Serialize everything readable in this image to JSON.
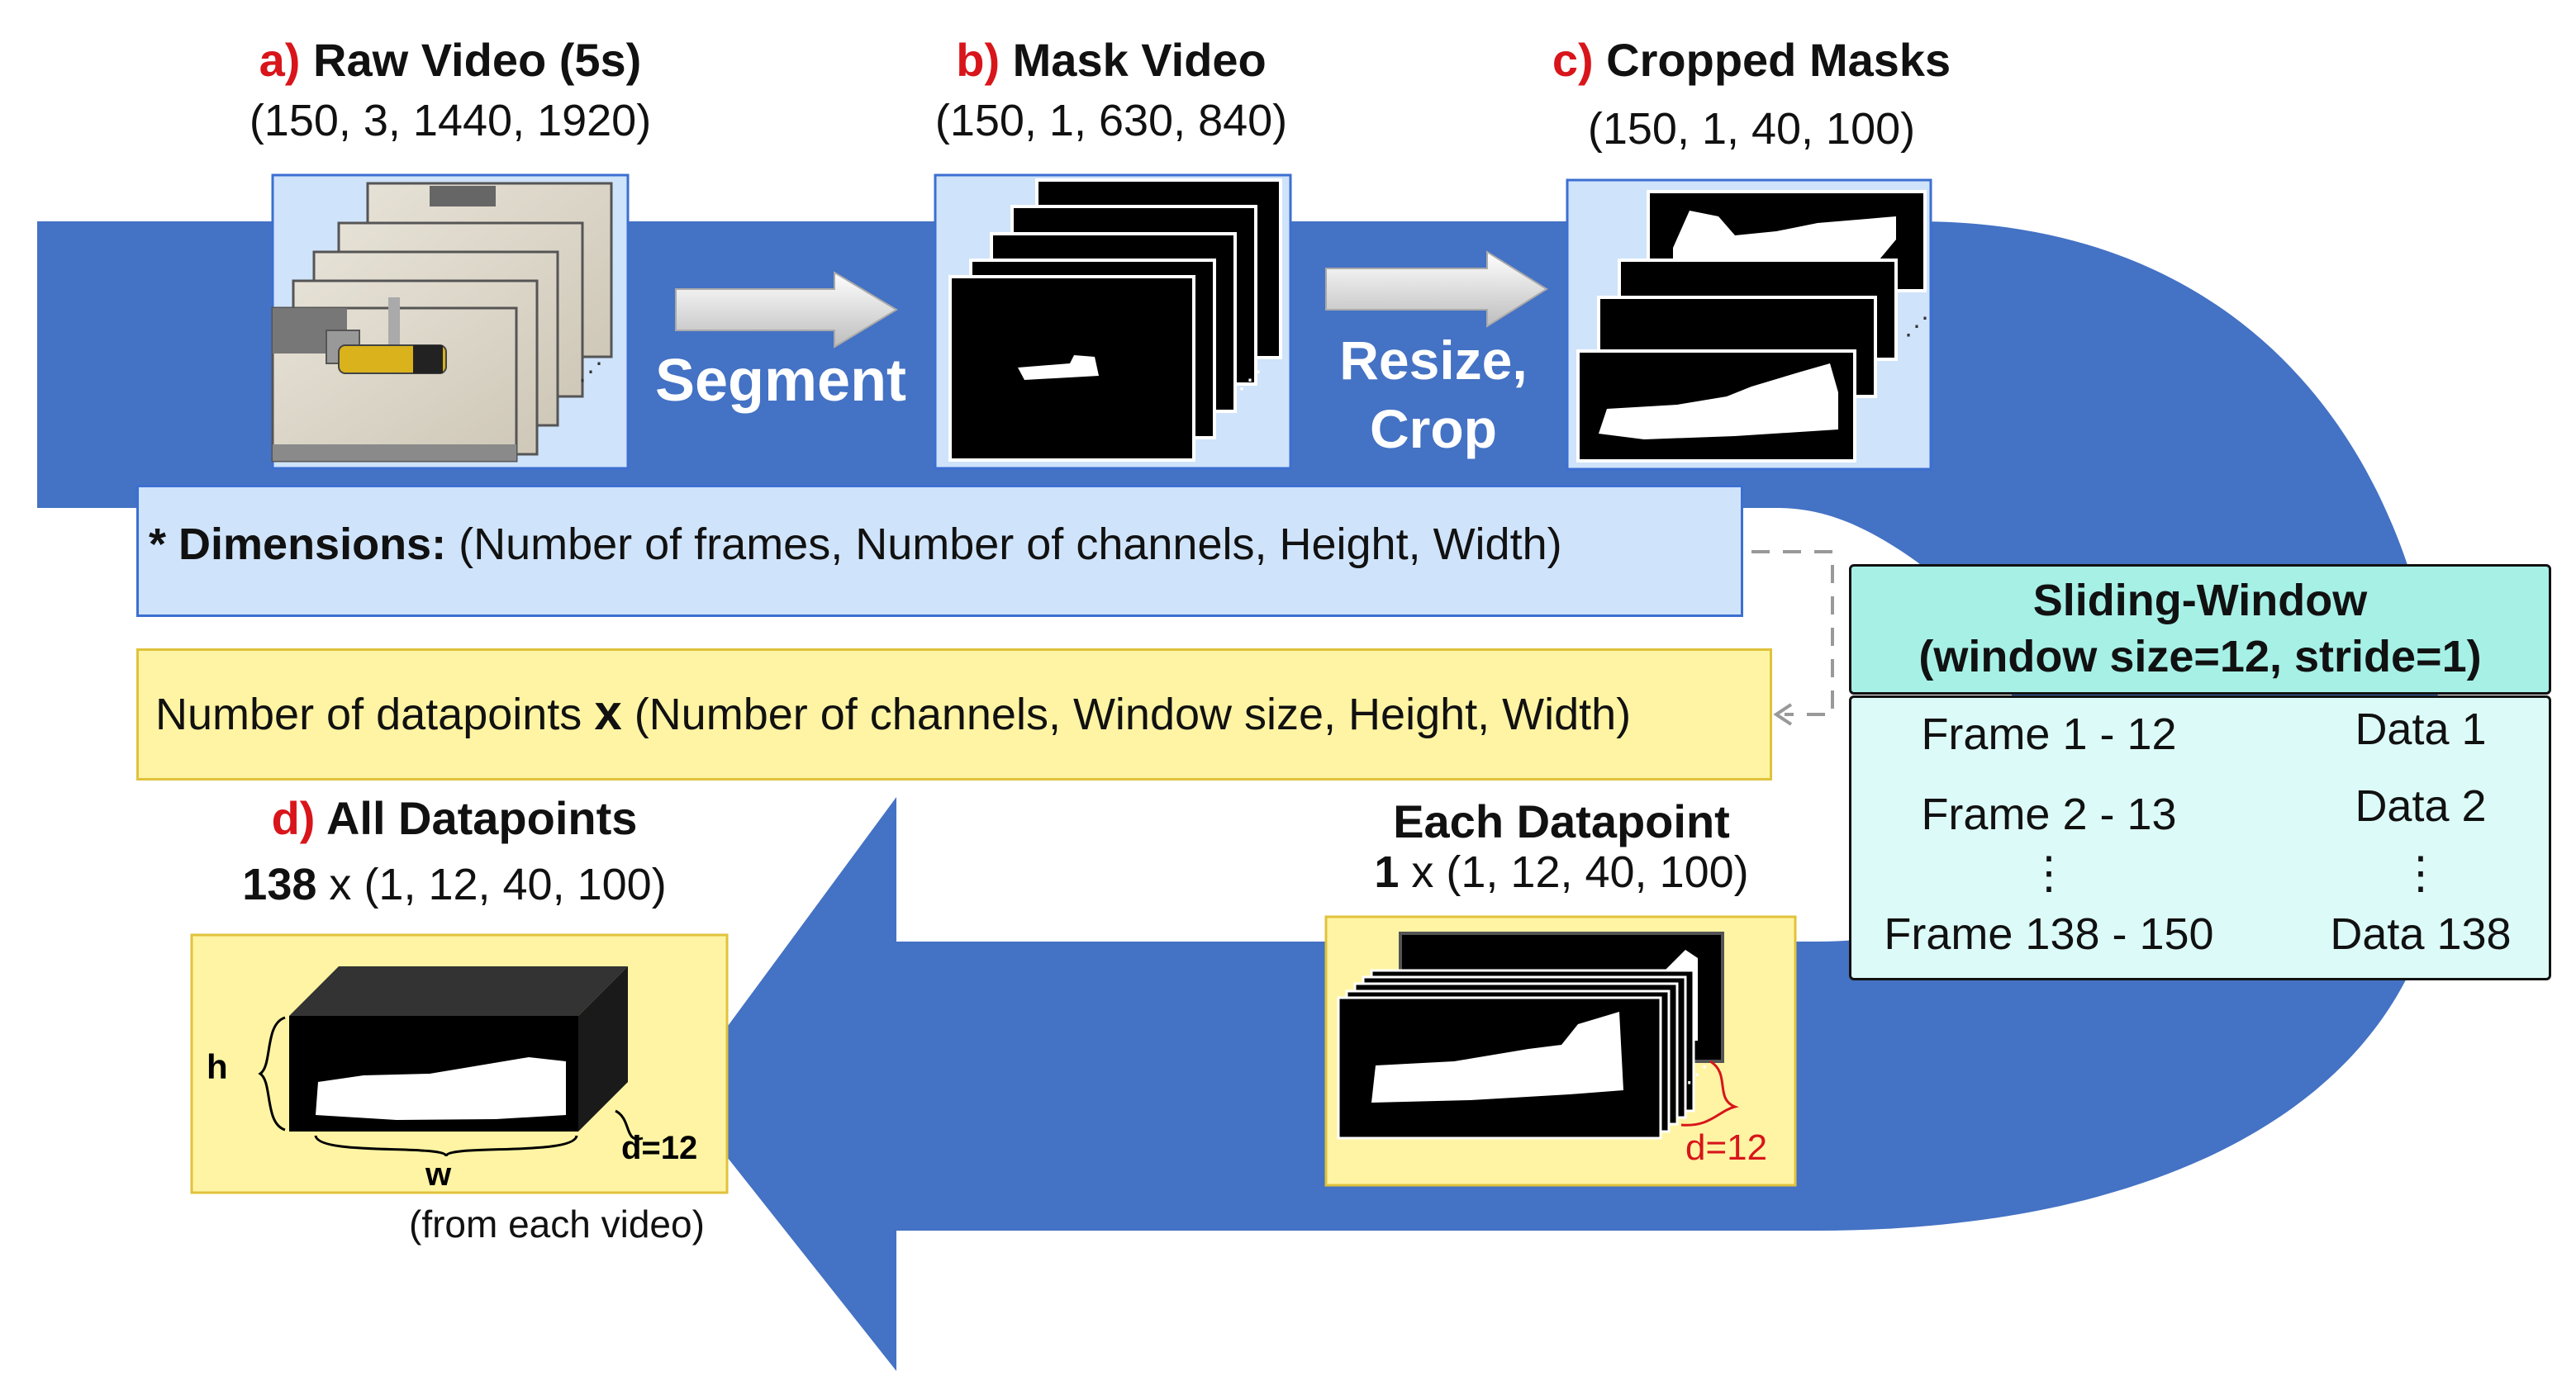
{
  "stages": {
    "raw_video": {
      "tag": "a)",
      "title": "Raw Video (5s)",
      "dims": "(150, 3, 1440, 1920)"
    },
    "mask_video": {
      "tag": "b)",
      "title": "Mask Video",
      "dims": "(150, 1, 630, 840)"
    },
    "cropped_masks": {
      "tag": "c)",
      "title": "Cropped Masks",
      "dims": "(150, 1, 40, 100)"
    },
    "all_datapoints": {
      "tag": "d)",
      "title": "All Datapoints",
      "count": "138",
      "times": "x",
      "dims": "(1, 12, 40, 100)",
      "note": "(from each video)"
    },
    "each_datapoint": {
      "title": "Each Datapoint",
      "count": "1",
      "times": "x",
      "dims": "(1, 12, 40, 100)"
    }
  },
  "operations": {
    "segment": "Segment",
    "resize_line1": "Resize,",
    "resize_line2": "Crop"
  },
  "legend": {
    "dimensions_key": "* Dimensions:",
    "dimensions_text": "(Number of frames, Number of channels, Height, Width)",
    "datapoints_text_a": "Number of datapoints",
    "datapoints_times": "x",
    "datapoints_text_b": "(Number of channels, Window size, Height, Width)"
  },
  "sliding_window": {
    "title_line1": "Sliding-Window",
    "title_line2": "(window size=12, stride=1)",
    "frames": [
      "Frame 1 - 12",
      "Frame 2 - 13",
      "⋮",
      "Frame 138 - 150"
    ],
    "data": [
      "Data 1",
      "Data 2",
      "⋮",
      "Data 138"
    ]
  },
  "cube_labels": {
    "h": "h",
    "w": "w",
    "d": "d=12"
  },
  "each_d_label": "d=12",
  "colors": {
    "band": "#4472c4",
    "tag_red": "#d8151b",
    "blue_box": "#cfe3fa",
    "yellow_box": "#fff4a3",
    "cyan_head": "#a6f0e6",
    "cyan_body": "#dcfaf7",
    "arrow_green": "#c9f3c2"
  }
}
